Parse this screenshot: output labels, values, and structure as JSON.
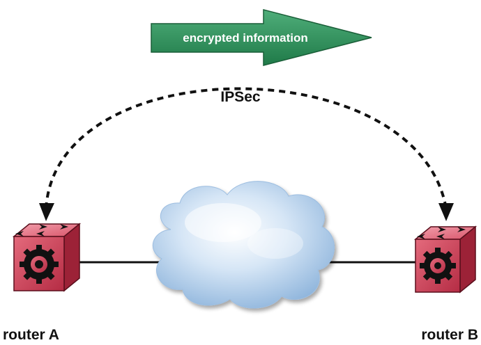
{
  "arrow": {
    "label": "encrypted information",
    "color": "#2e8b57"
  },
  "tunnel": {
    "label": "IPSec"
  },
  "routers": [
    {
      "label": "router A",
      "color": "#d8475c"
    },
    {
      "label": "router B",
      "color": "#d8475c"
    }
  ],
  "cloud": {
    "icon": "network-cloud-icon",
    "color": "#bcd6ef"
  }
}
